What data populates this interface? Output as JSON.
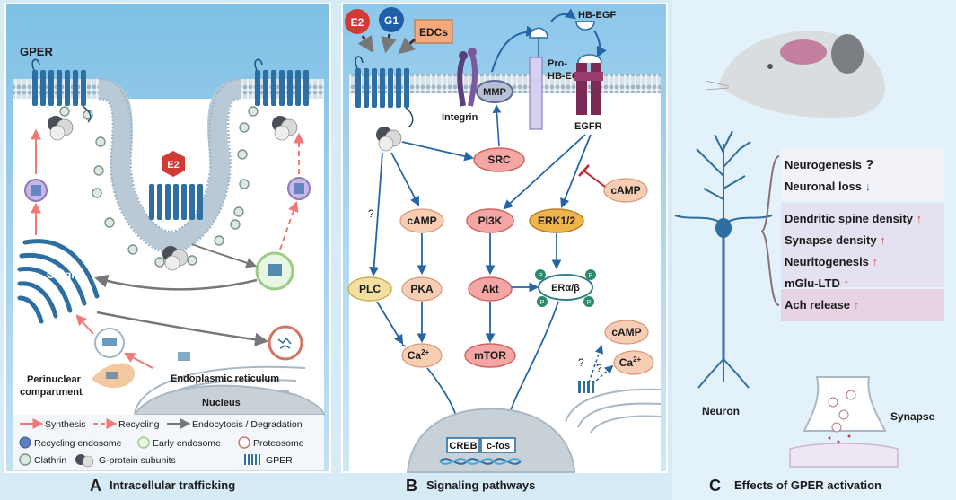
{
  "panel_a": {
    "letter": "A",
    "caption": "Intracellular trafficking",
    "labels": {
      "gper": "GPER",
      "golgi": "Golgi",
      "e2": "E2",
      "er": "Endoplasmic reticulum",
      "nucleus": "Nucleus",
      "perinuclear_1": "Perinuclear",
      "perinuclear_2": "compartment"
    },
    "legend": {
      "synthesis": "Synthesis",
      "recycling": "Recycling",
      "endocytosis": "Endocytosis / Degradation",
      "recycling_endosome": "Recycling endosome",
      "early_endosome": "Early endosome",
      "proteosome": "Proteosome",
      "clathrin": "Clathrin",
      "g_protein": "G-protein subunits",
      "gper": "GPER"
    }
  },
  "panel_b": {
    "letter": "B",
    "caption": "Signaling pathways",
    "ligands": {
      "e2": "E2",
      "g1": "G1",
      "edcs": "EDCs"
    },
    "labels": {
      "hb_egf": "HB-EGF",
      "pro_hb_egf_1": "Pro-",
      "pro_hb_egf_2": "HB-EGF",
      "mmp": "MMP",
      "integrin": "Integrin",
      "egfr": "EGFR",
      "src": "SRC",
      "camp_inhibit": "cAMP",
      "question": "?",
      "camp": "cAMP",
      "pi3k": "PI3K",
      "erk": "ERK1/2",
      "plc": "PLC",
      "pka": "PKA",
      "akt": "Akt",
      "er_alpha_beta": "ERα/β",
      "phospho": "P",
      "camp2": "cAMP",
      "ca_1": "Ca",
      "ca_sup": "2+",
      "mtor": "mTOR",
      "ca_2": "Ca",
      "q1": "?",
      "q2": "?",
      "creb": "CREB",
      "cfos": "c-fos"
    }
  },
  "panel_c": {
    "letter": "C",
    "caption": "Effects of GPER activation",
    "neuron": "Neuron",
    "synapse": "Synapse",
    "effects": [
      {
        "text": "Neurogenesis",
        "mark": "?"
      },
      {
        "text": "Neuronal loss",
        "mark": "↓"
      },
      {
        "text": "Dendritic spine density",
        "mark": "↑"
      },
      {
        "text": "Synapse density",
        "mark": "↑"
      },
      {
        "text": "Neuritogenesis",
        "mark": "↑"
      },
      {
        "text": "mGlu-LTD",
        "mark": "↑"
      },
      {
        "text": "Ach release",
        "mark": "↑"
      }
    ]
  },
  "colors": {
    "receptor": "#2d6fa3",
    "arrow_blue": "#2565a6",
    "synthesis": "#f07a78",
    "red_node": "#f3a6a4",
    "peach_node": "#f7cdb3",
    "yellow_node": "#f3df9f",
    "orange_node": "#f0b44c",
    "inhibit": "#c0262c"
  }
}
